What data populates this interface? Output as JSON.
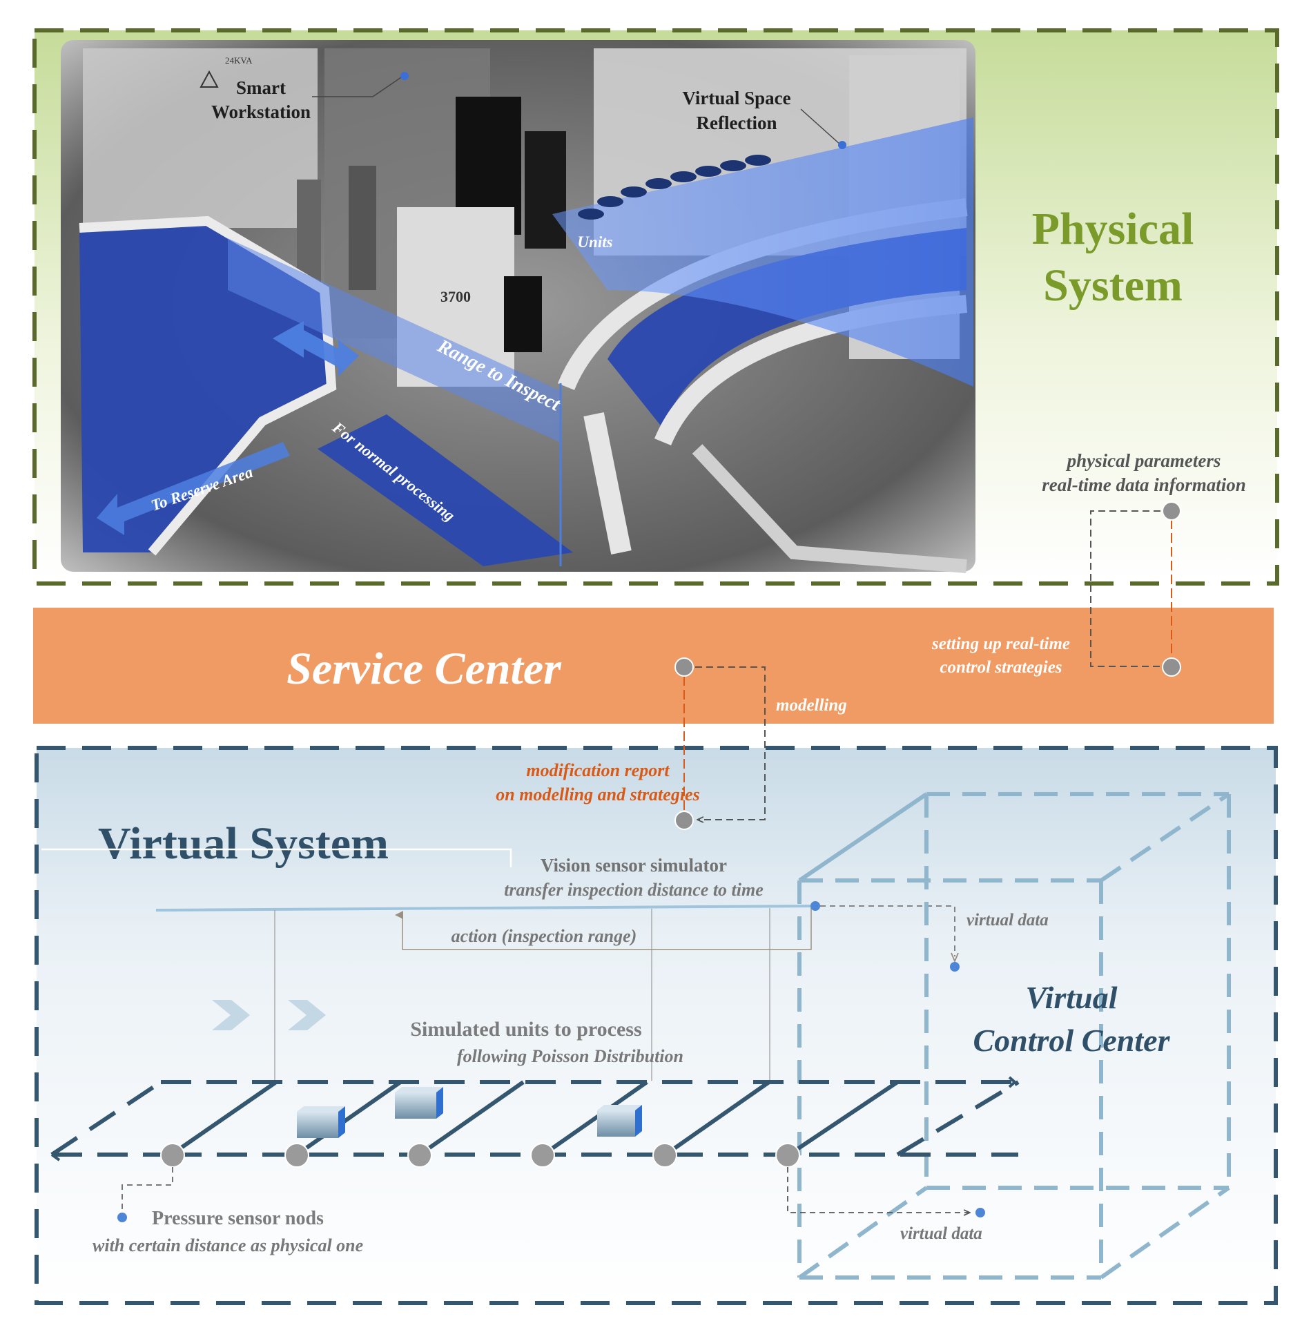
{
  "physical": {
    "title_line1": "Physical",
    "title_line2": "System",
    "photo_labels": {
      "kva": "24KVA",
      "smart_workstation_1": "Smart",
      "smart_workstation_2": "Workstation",
      "virtual_space_1": "Virtual Space",
      "virtual_space_2": "Reflection",
      "units": "Units",
      "machine_number": "3700",
      "range_to_inspect": "Range to Inspect",
      "to_reserve_area": "To Reserve Area",
      "for_normal_processing": "For normal processing"
    },
    "param_line1": "physical parameters",
    "param_line2": "real-time data information"
  },
  "service": {
    "title": "Service Center",
    "strategies_line1": "setting up real-time",
    "strategies_line2": "control strategies",
    "modelling": "modelling",
    "report_line1": "modification report",
    "report_line2": "on modelling and strategies"
  },
  "virtual": {
    "title": "Virtual System",
    "vision_line1": "Vision sensor simulator",
    "vision_line2": "transfer inspection distance to time",
    "action": "action (inspection range)",
    "virtual_data_top": "virtual data",
    "virtual_data_bottom": "virtual data",
    "vcc_line1": "Virtual",
    "vcc_line2": "Control Center",
    "units_line1": "Simulated units to process",
    "units_line2": "following Poisson Distribution",
    "pressure_line1": "Pressure sensor nods",
    "pressure_line2": "with certain distance as physical one"
  },
  "colors": {
    "physical_border": "#5a6a2a",
    "physical_title": "#7a9a2a",
    "service_band": "#ef9b63",
    "virtual_border": "#34566e",
    "virtual_title": "#2f5068",
    "cube_lines": "#8fb6cc",
    "node_gray": "#9a9a9a",
    "conveyor_blue": "#2a48b0",
    "accent_orange": "#d85a16"
  }
}
